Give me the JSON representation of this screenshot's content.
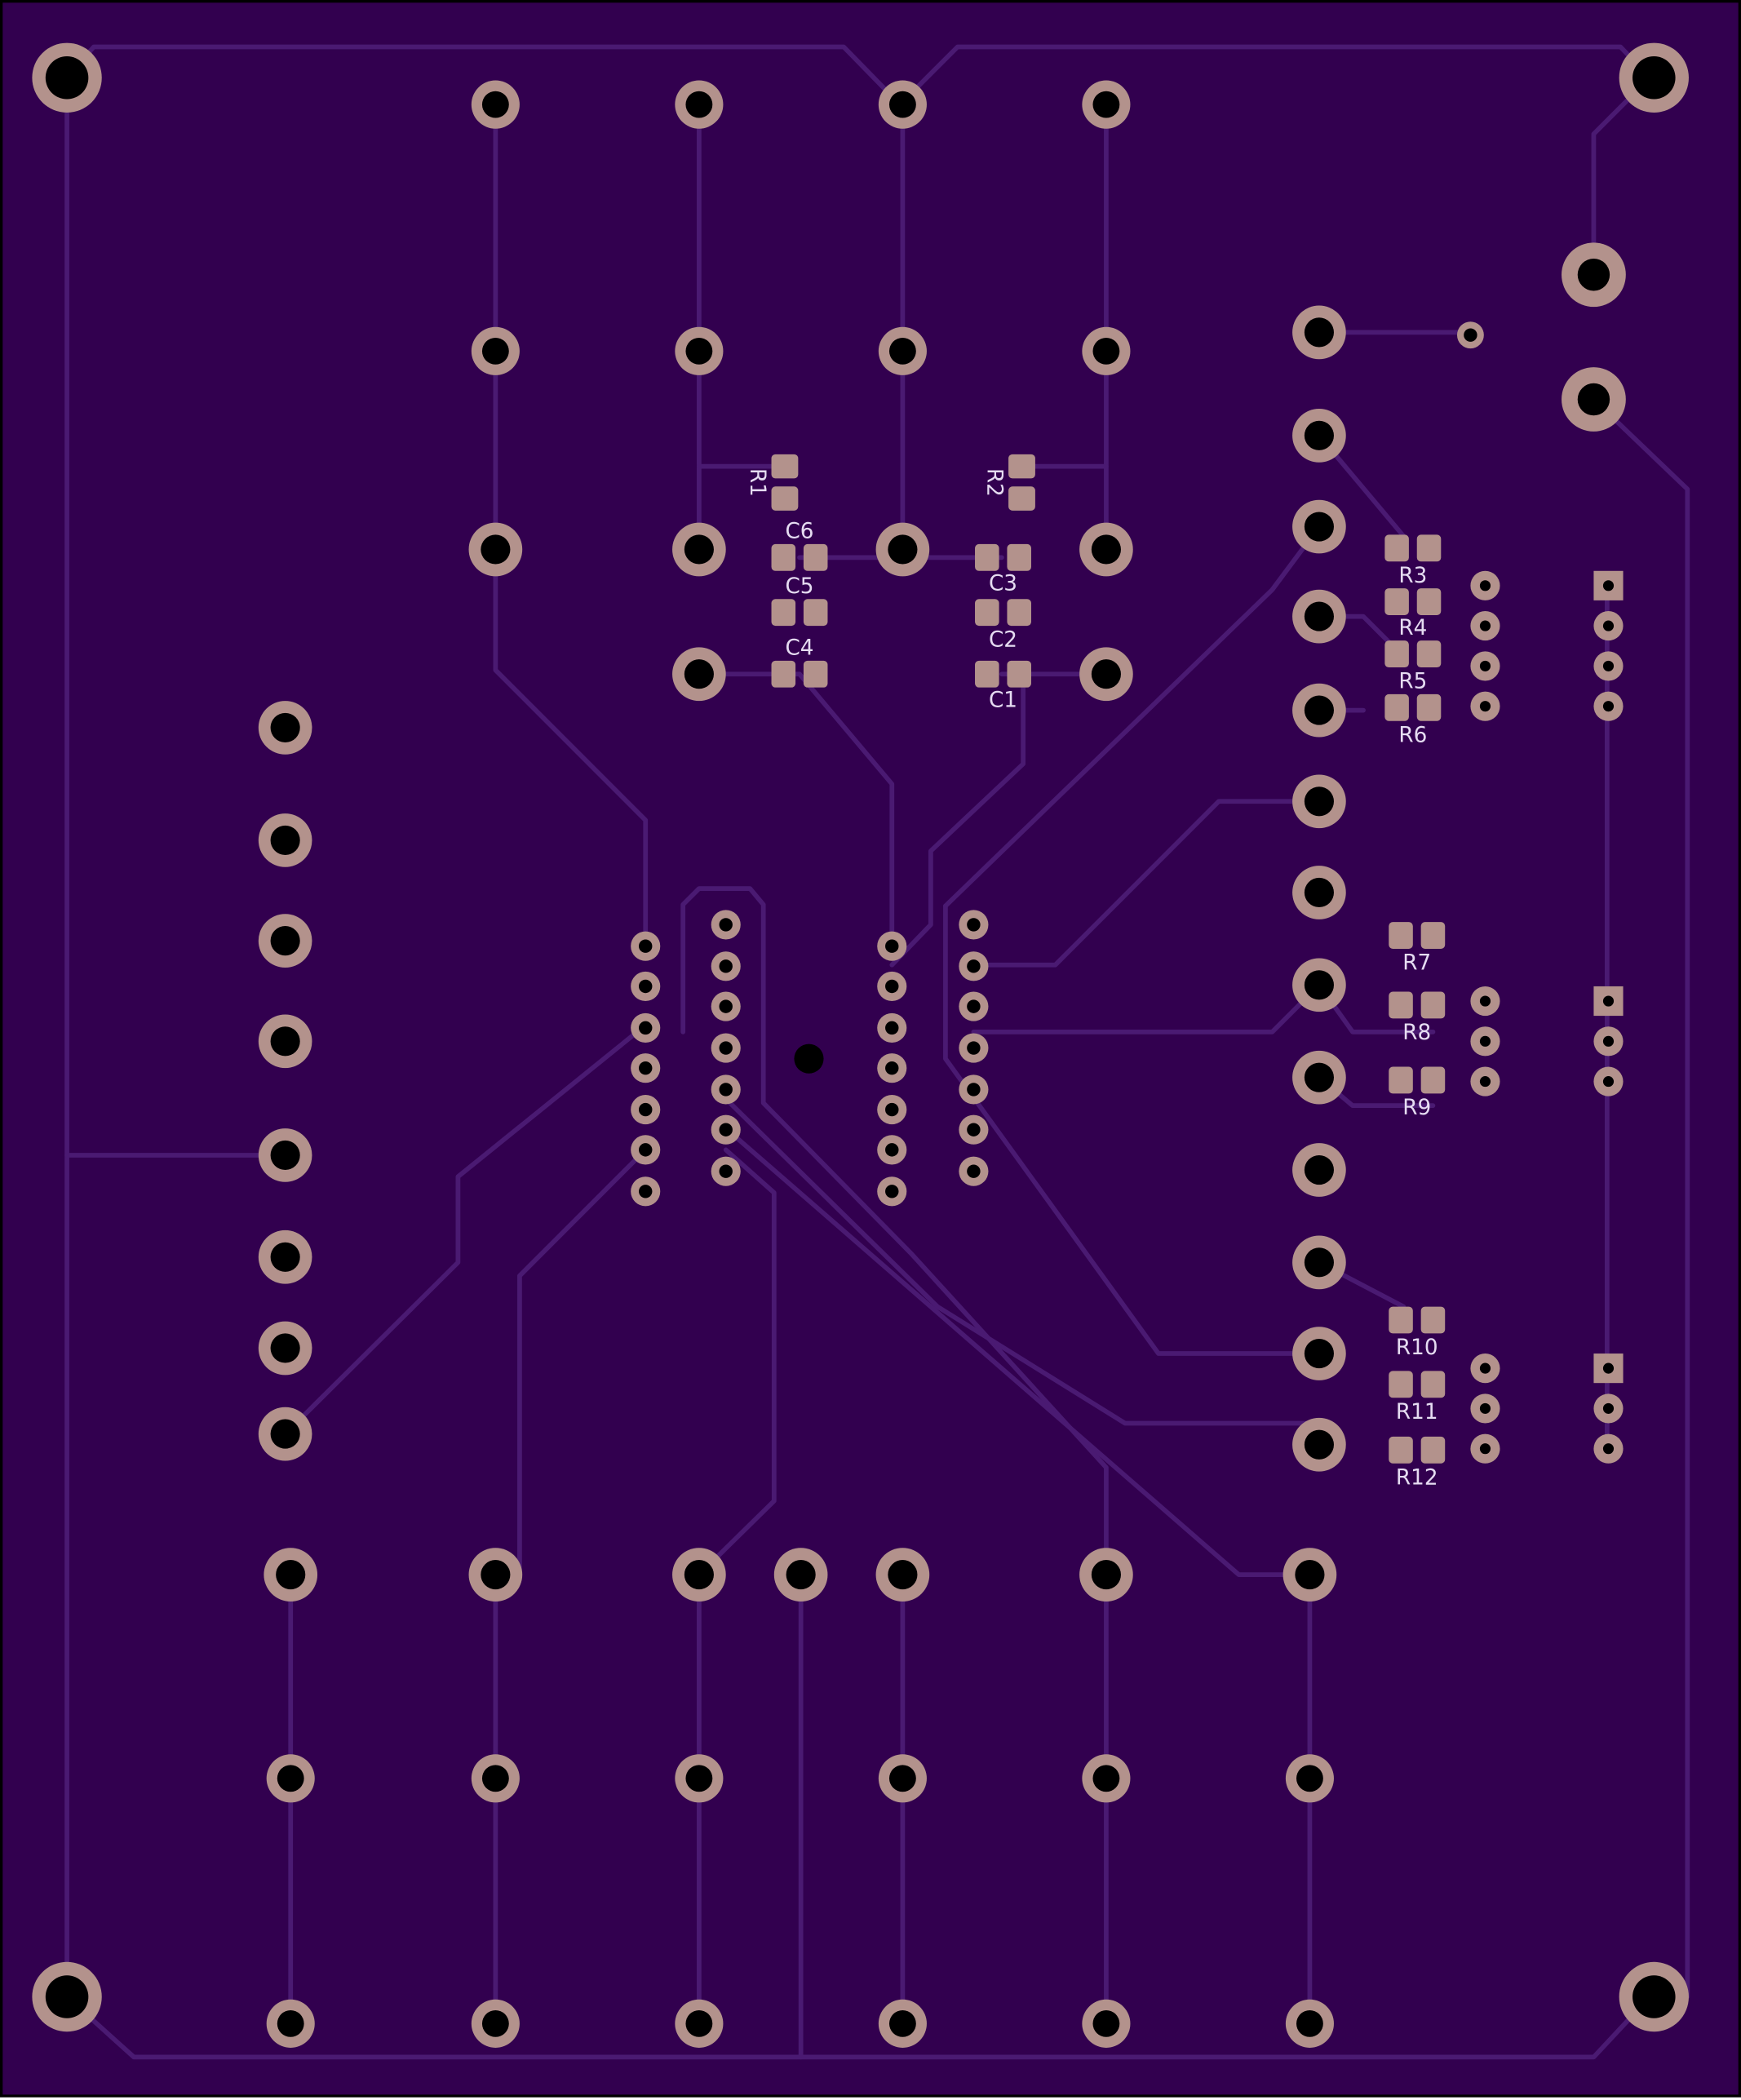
{
  "board": {
    "colors": {
      "substrate": "#32004f",
      "outline": "#000000",
      "trace": "#4a1a72",
      "pad_ring": "#b3928c",
      "drill": "#000000",
      "silkscreen": "#e6dcf2"
    }
  },
  "labels": {
    "R1": "R1",
    "R2": "R2",
    "C1": "C1",
    "C2": "C2",
    "C3": "C3",
    "C4": "C4",
    "C5": "C5",
    "C6": "C6",
    "R3": "R3",
    "R4": "R4",
    "R5": "R5",
    "R6": "R6",
    "R7": "R7",
    "R8": "R8",
    "R9": "R9",
    "R10": "R10",
    "R11": "R11",
    "R12": "R12"
  }
}
